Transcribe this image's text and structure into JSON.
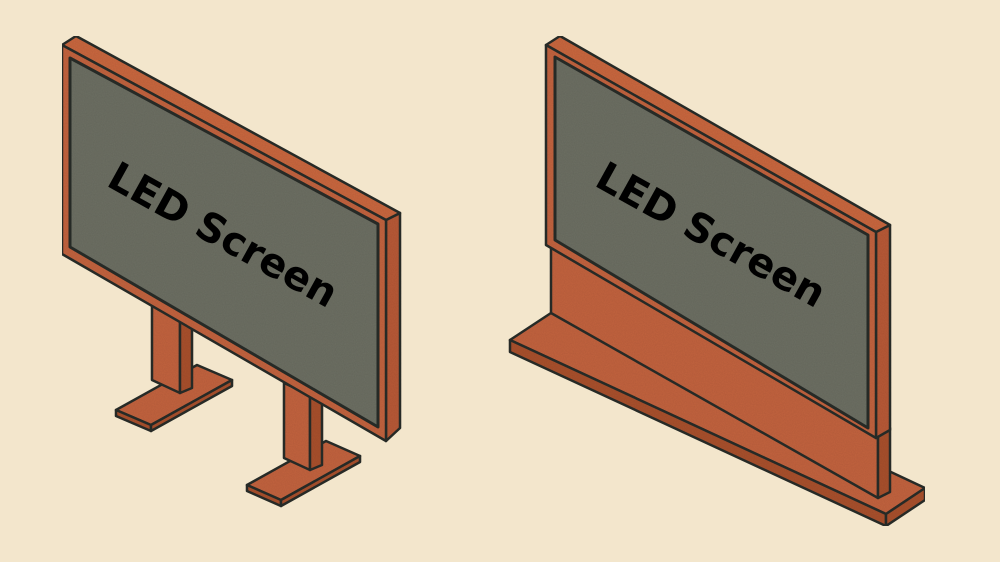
{
  "colors": {
    "background": "#f3e6cc",
    "wood": "#c2643f",
    "wood_dark": "#a9512f",
    "screen": "#6d6f63",
    "outline": "#2b2e2c",
    "text": "#0d0d0d"
  },
  "items": [
    {
      "id": "led-screen-legs",
      "label": "LED Screen",
      "mount": "two T-leg stands"
    },
    {
      "id": "led-screen-pedestal",
      "label": "LED Screen",
      "mount": "solid pedestal base"
    }
  ]
}
